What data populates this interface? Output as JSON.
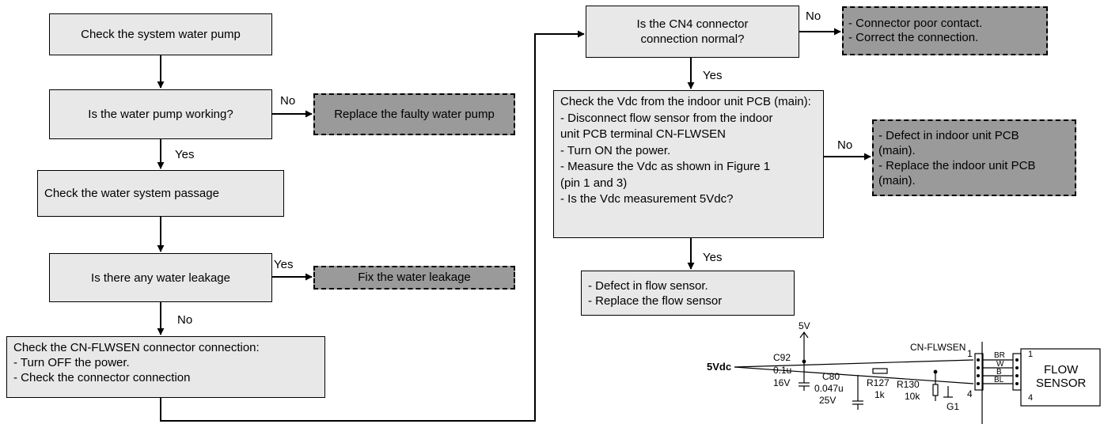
{
  "flowchart": {
    "check_pump": "Check the system water pump",
    "pump_working_q": "Is the water pump working?",
    "replace_pump": "Replace the faulty water pump",
    "check_passage": "Check the water system passage",
    "leakage_q": "Is there any water leakage",
    "fix_leakage": "Fix the water leakage",
    "check_connector": "Check the CN-FLWSEN connector connection:\n- Turn OFF the power.\n- Check the connector connection",
    "cn4_q": "Is the CN4 connector connection normal?",
    "cn4_fail": "- Connector poor contact.\n- Correct the connection.",
    "check_vdc": "Check the Vdc from the indoor unit PCB (main):\n- Disconnect flow sensor from the indoor\n   unit PCB terminal CN-FLWSEN\n- Turn ON the power.\n- Measure the Vdc as shown in Figure 1\n   (pin 1 and 3)\n- Is the Vdc measurement 5Vdc?",
    "pcb_defect": "- Defect in indoor unit PCB\n   (main).\n- Replace the indoor unit PCB\n   (main).",
    "sensor_defect": "- Defect in flow sensor.\n- Replace the flow sensor",
    "yes": "Yes",
    "no": "No"
  },
  "schematic": {
    "vdc_label": "5Vdc",
    "v5": "5V",
    "c92": "C92",
    "c92_cap": "0.1u",
    "c92_volt": "16V",
    "c80": "C80",
    "c80_cap": "0.047u",
    "c80_volt": "25V",
    "r127": "R127",
    "r127_val": "1k",
    "r130": "R130",
    "r130_val": "10k",
    "g1": "G1",
    "connector": "CN-FLWSEN",
    "pin1": "1",
    "pin4": "4",
    "wire_br": "BR",
    "wire_w": "W",
    "wire_b": "B",
    "wire_bl": "BL",
    "sensor_line1": "FLOW",
    "sensor_line2": "SENSOR",
    "sensor_pin1": "1",
    "sensor_pin4": "4"
  }
}
